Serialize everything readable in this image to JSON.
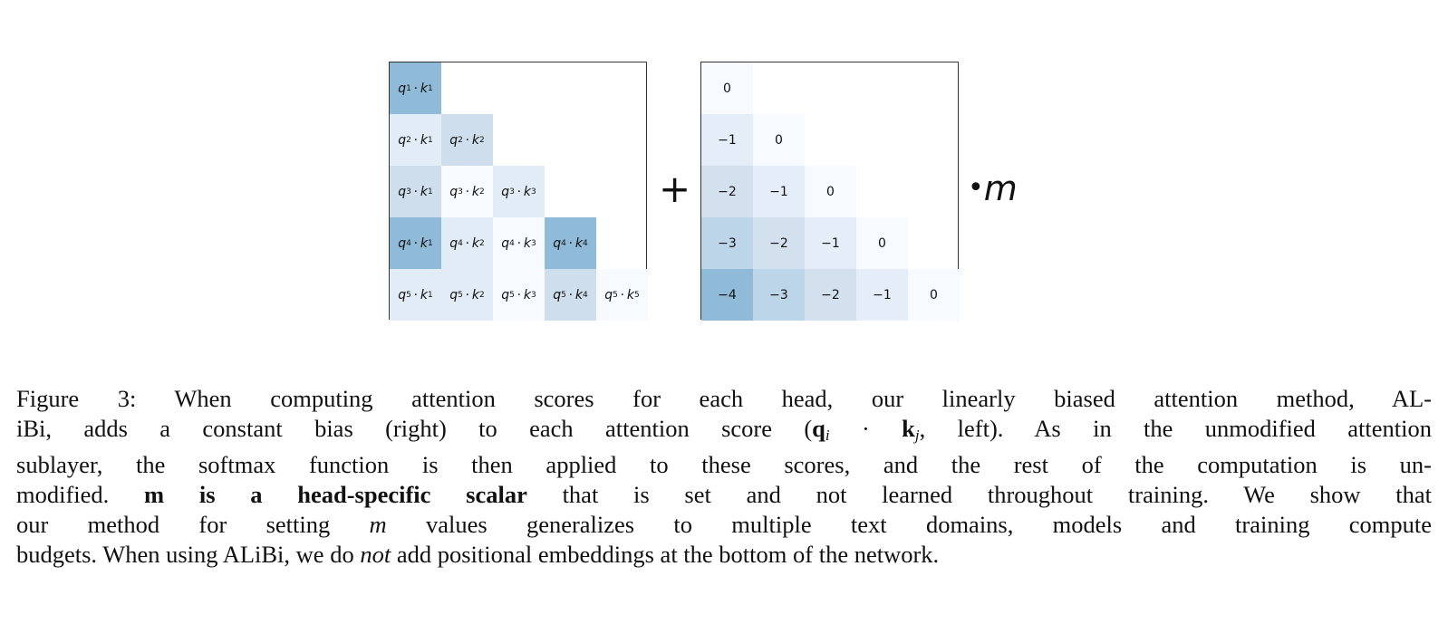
{
  "figure": {
    "left_matrix": {
      "description_symbols": {
        "q": "q",
        "k": "k",
        "dot": "·"
      },
      "cells": [
        [
          {
            "q": "1",
            "k": "1",
            "color": "#8fbad8"
          }
        ],
        [
          {
            "q": "2",
            "k": "1",
            "color": "#e2ecf6"
          },
          {
            "q": "2",
            "k": "2",
            "color": "#cfdeed"
          }
        ],
        [
          {
            "q": "3",
            "k": "1",
            "color": "#cfdeed"
          },
          {
            "q": "3",
            "k": "2",
            "color": "#f7fbff"
          },
          {
            "q": "3",
            "k": "3",
            "color": "#e2ecf6"
          }
        ],
        [
          {
            "q": "4",
            "k": "1",
            "color": "#8fbad8"
          },
          {
            "q": "4",
            "k": "2",
            "color": "#e2ecf6"
          },
          {
            "q": "4",
            "k": "3",
            "color": "#f7fbff"
          },
          {
            "q": "4",
            "k": "4",
            "color": "#8fbad8"
          }
        ],
        [
          {
            "q": "5",
            "k": "1",
            "color": "#e2ecf6"
          },
          {
            "q": "5",
            "k": "2",
            "color": "#e2ecf6"
          },
          {
            "q": "5",
            "k": "3",
            "color": "#f7fbff"
          },
          {
            "q": "5",
            "k": "4",
            "color": "#cfdeed"
          },
          {
            "q": "5",
            "k": "5",
            "color": "#f7fbff"
          }
        ]
      ]
    },
    "plus": "+",
    "right_matrix": {
      "values": [
        [
          "0"
        ],
        [
          "−1",
          "0"
        ],
        [
          "−2",
          "−1",
          "0"
        ],
        [
          "−3",
          "−2",
          "−1",
          "0"
        ],
        [
          "−4",
          "−3",
          "−2",
          "−1",
          "0"
        ]
      ],
      "colors": {
        "0": "#f7fbff",
        "−1": "#e5eef8",
        "−2": "#d3e1ef",
        "−3": "#bdd5e8",
        "−4": "#8fbad8"
      }
    },
    "multiplier": {
      "dot": "•",
      "symbol": "m"
    }
  },
  "caption": {
    "l1": "Figure 3: When computing attention scores for each head, our linearly biased attention method, AL-",
    "l2a": "iBi, adds a constant bias (right) to each attention score (",
    "l2q": "q",
    "l2i": "i",
    "l2dot": " · ",
    "l2k": "k",
    "l2j": "j",
    "l2b": ", left). As in the unmodified attention",
    "l3": "sublayer, the softmax function is then applied to these scores, and the rest of the computation is un-",
    "l4a": "modified. ",
    "l4bold": "m is a head-specific scalar",
    "l4b": " that is set and not learned throughout training. We show that",
    "l5a": "our method for setting ",
    "l5m": "m",
    "l5b": " values generalizes to multiple text domains, models and training compute",
    "l6a": "budgets. When using ALiBi, we do ",
    "l6not": "not",
    "l6b": " add positional embeddings at the bottom of the network."
  }
}
